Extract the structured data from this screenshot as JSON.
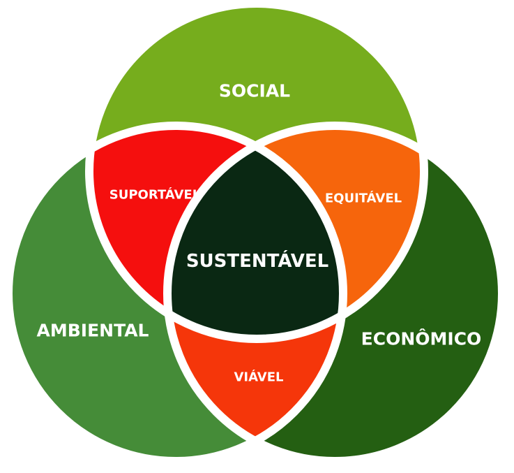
{
  "diagram": {
    "sets": {
      "social": {
        "label": "SOCIAL",
        "color": "#76ad1d"
      },
      "ambiental": {
        "label": "AMBIENTAL",
        "color": "#458c38"
      },
      "economico": {
        "label": "ECONÔMICO",
        "color": "#245f12"
      }
    },
    "intersections": {
      "suportavel": {
        "label": "SUPORTÁVEL",
        "color": "#f50f0e"
      },
      "equitavel": {
        "label": "EQUITÁVEL",
        "color": "#f6650c"
      },
      "viavel": {
        "label": "VIÁVEL",
        "color": "#f5360a"
      },
      "sustentavel": {
        "label": "SUSTENTÁVEL",
        "color": "#0a2813"
      }
    },
    "outline_color": "#ffffff"
  }
}
